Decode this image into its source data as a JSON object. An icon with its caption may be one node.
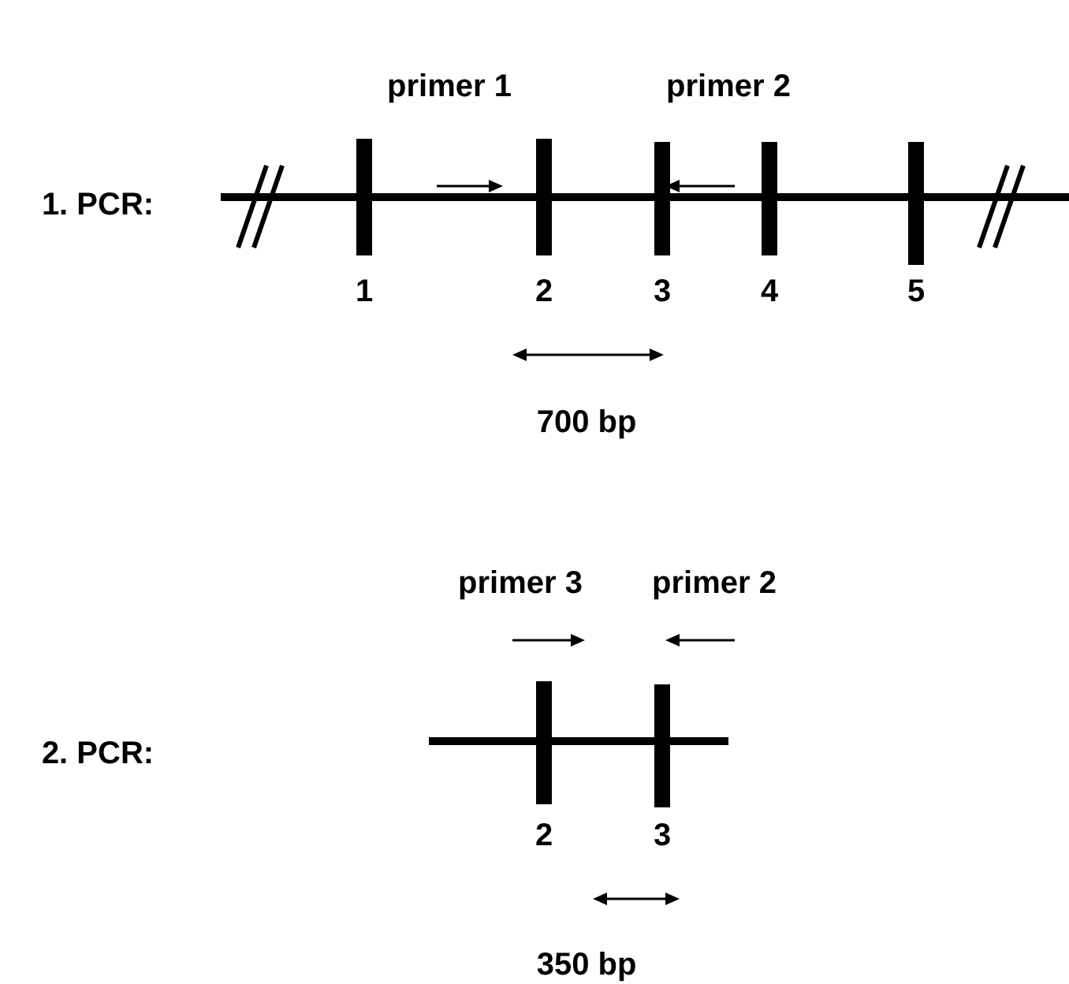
{
  "diagram": {
    "labels": [
      "primer 1",
      "primer 2",
      "1. PCR:",
      "1",
      "2",
      "3",
      "4",
      "5",
      "700 bp",
      "primer 3",
      "primer 2",
      "2. PCR:",
      "2",
      "3",
      "350 bp"
    ]
  }
}
